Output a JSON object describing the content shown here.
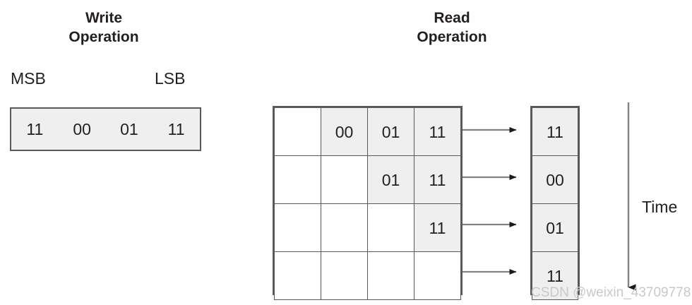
{
  "figure": {
    "write_title": "Write\nOperation",
    "read_title": "Read\nOperation",
    "msb_label": "MSB",
    "lsb_label": "LSB",
    "time_label": "Time",
    "watermark": "CSDN @weixin_43709778"
  },
  "write_word": {
    "bits": [
      "11",
      "00",
      "01",
      "11"
    ]
  },
  "read_grid": {
    "columns": 4,
    "rows": [
      {
        "cells": [
          "",
          "00",
          "01",
          "11"
        ]
      },
      {
        "cells": [
          "",
          "",
          "01",
          "11"
        ]
      },
      {
        "cells": [
          "",
          "",
          "",
          "11"
        ]
      },
      {
        "cells": [
          "",
          "",
          "",
          ""
        ]
      }
    ]
  },
  "output_column": {
    "values": [
      "11",
      "00",
      "01",
      "11"
    ]
  },
  "colors": {
    "cell_fill": "#efefef",
    "stroke": "#58595b",
    "text": "#231f20",
    "arrow": "#808285",
    "arrowhead": "#1a1a1a",
    "watermark": "#c9c9c9",
    "background": "#ffffff"
  }
}
